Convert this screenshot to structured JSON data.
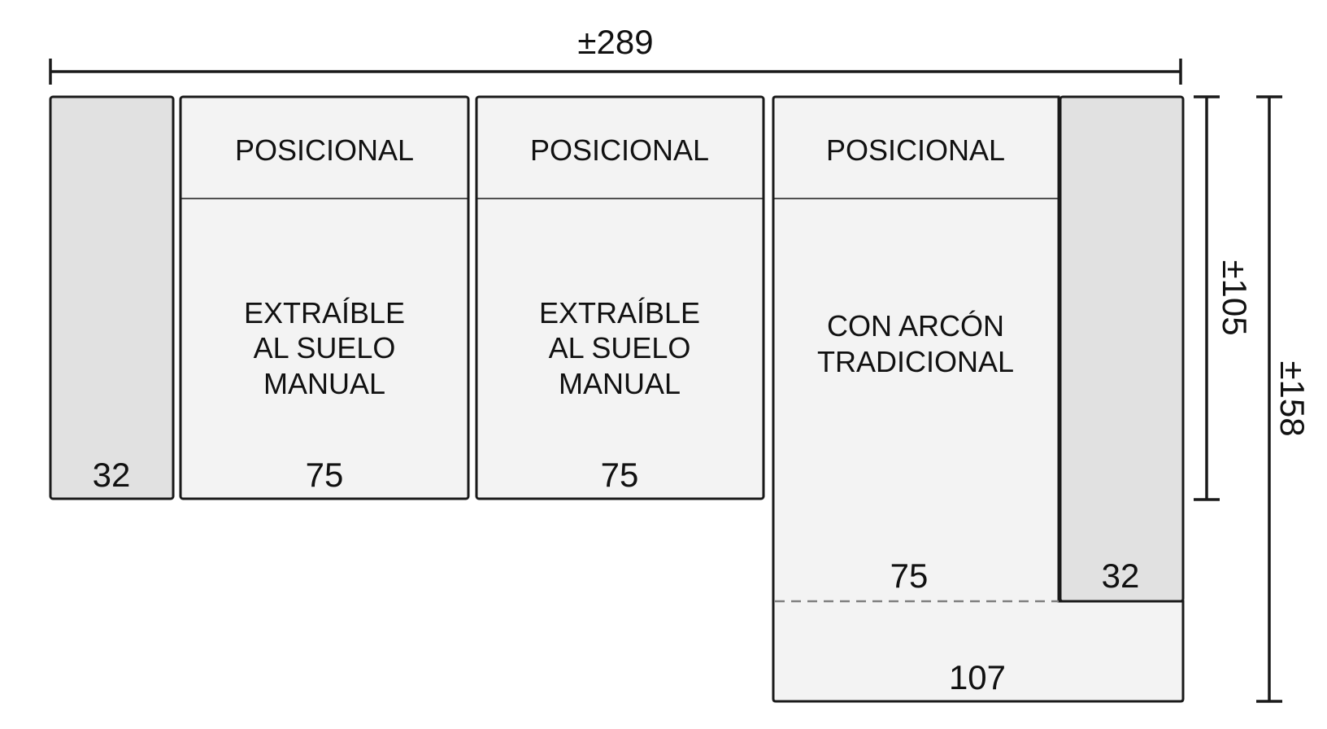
{
  "colors": {
    "outline": "#1a1a1a",
    "arm_fill": "#e1e1e1",
    "seat_fill": "#f3f3f3",
    "dashed_line": "#808080",
    "text": "#111111"
  },
  "dimensions": {
    "total_width": "±289",
    "seat_depth": "±105",
    "total_depth": "±158"
  },
  "modules": {
    "left_arm": {
      "width": "32"
    },
    "seat_1": {
      "top_label": "POSICIONAL",
      "type_lines": [
        "EXTRAÍBLE",
        "AL SUELO",
        "MANUAL"
      ],
      "width": "75"
    },
    "seat_2": {
      "top_label": "POSICIONAL",
      "type_lines": [
        "EXTRAÍBLE",
        "AL SUELO",
        "MANUAL"
      ],
      "width": "75"
    },
    "chaise": {
      "top_label": "POSICIONAL",
      "type_lines": [
        "CON ARCÓN",
        "TRADICIONAL"
      ],
      "width": "75",
      "bottom_width": "107"
    },
    "right_arm": {
      "width": "32"
    }
  }
}
